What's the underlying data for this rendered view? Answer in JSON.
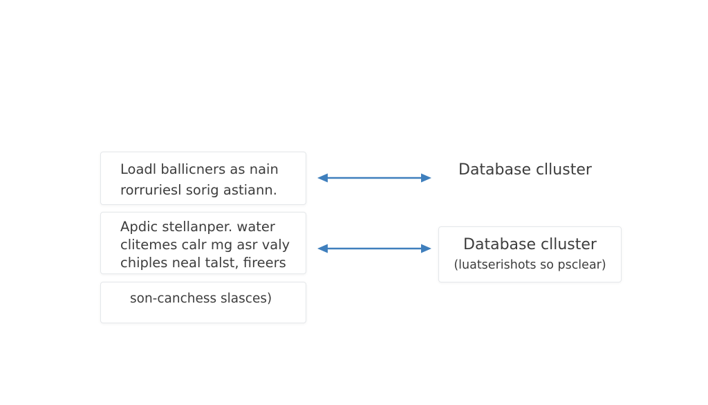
{
  "left_boxes": [
    {
      "lines": [
        "Loadl ballicners as nain",
        "rorruriesl sorig astiann."
      ]
    },
    {
      "lines": [
        "Apdic stellanper. water",
        "clitemes calr mg asr valy",
        "chiples neal talst, fireers"
      ]
    },
    {
      "lines": [
        "son-canchess slasces)"
      ]
    }
  ],
  "right_top_label": "Database clluster",
  "right_box": {
    "title": "Database clluster",
    "subtitle": "(luatserishots so psclear)"
  },
  "colors": {
    "arrow": "#3f7fbd",
    "text": "#3d3d3d",
    "box_border": "#e4e7ea"
  },
  "connectors": [
    {
      "from": "left-box-1",
      "to": "right-top-label",
      "direction": "both"
    },
    {
      "from": "left-box-2",
      "to": "right-box",
      "direction": "both"
    }
  ]
}
